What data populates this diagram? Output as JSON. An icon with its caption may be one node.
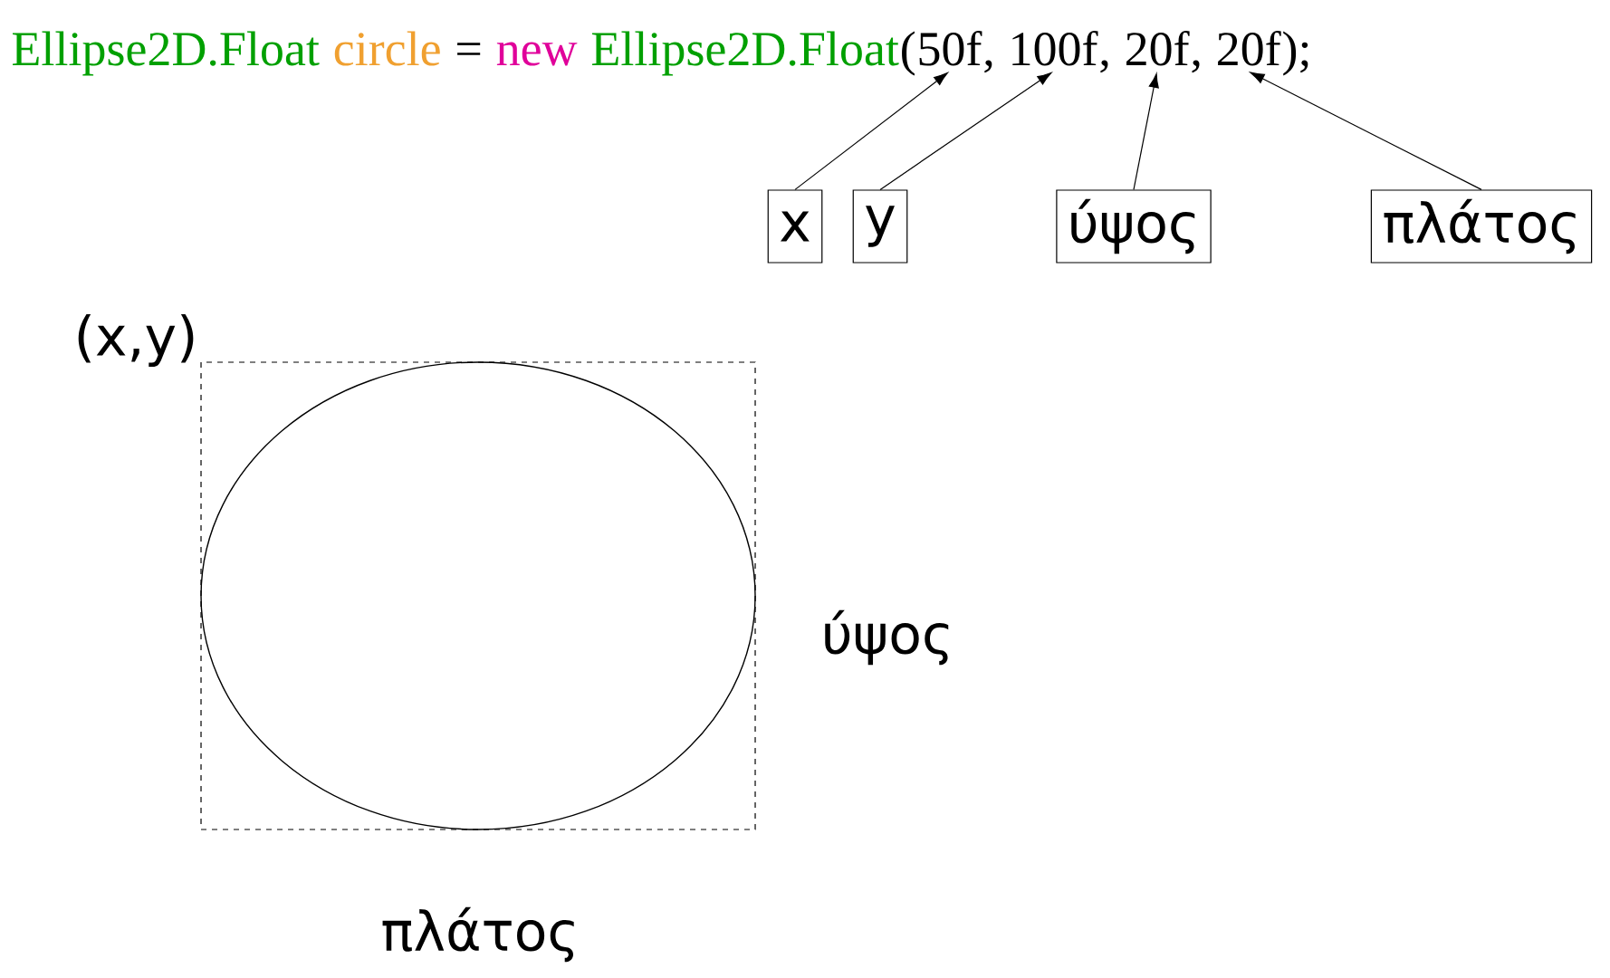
{
  "diagram": {
    "nodes": [
      {
        "text": [
          "50f"
        ]
      },
      {
        "text": [
          "100f"
        ]
      },
      {
        "text": [
          "20f"
        ]
      },
      {
        "text": [
          "20f"
        ]
      },
      {
        "text": [
          "x"
        ]
      },
      {
        "text": [
          "y"
        ]
      },
      {
        "text": [
          "ύψος"
        ]
      },
      {
        "text": [
          "πλάτος"
        ]
      }
    ],
    "edges": [
      {
        "from": 4,
        "to": 0,
        "arrow": "to"
      },
      {
        "from": 5,
        "to": 1,
        "arrow": "to"
      },
      {
        "from": 6,
        "to": 2,
        "arrow": "to"
      },
      {
        "from": 7,
        "to": 3,
        "arrow": "to"
      }
    ],
    "labels": [
      "Ellipse2D.Float",
      "circle",
      "=",
      "new",
      "Ellipse2D.Float",
      "(",
      ",",
      ",",
      ",",
      ");",
      "(x,y)",
      "ύψος",
      "πλάτος"
    ]
  }
}
